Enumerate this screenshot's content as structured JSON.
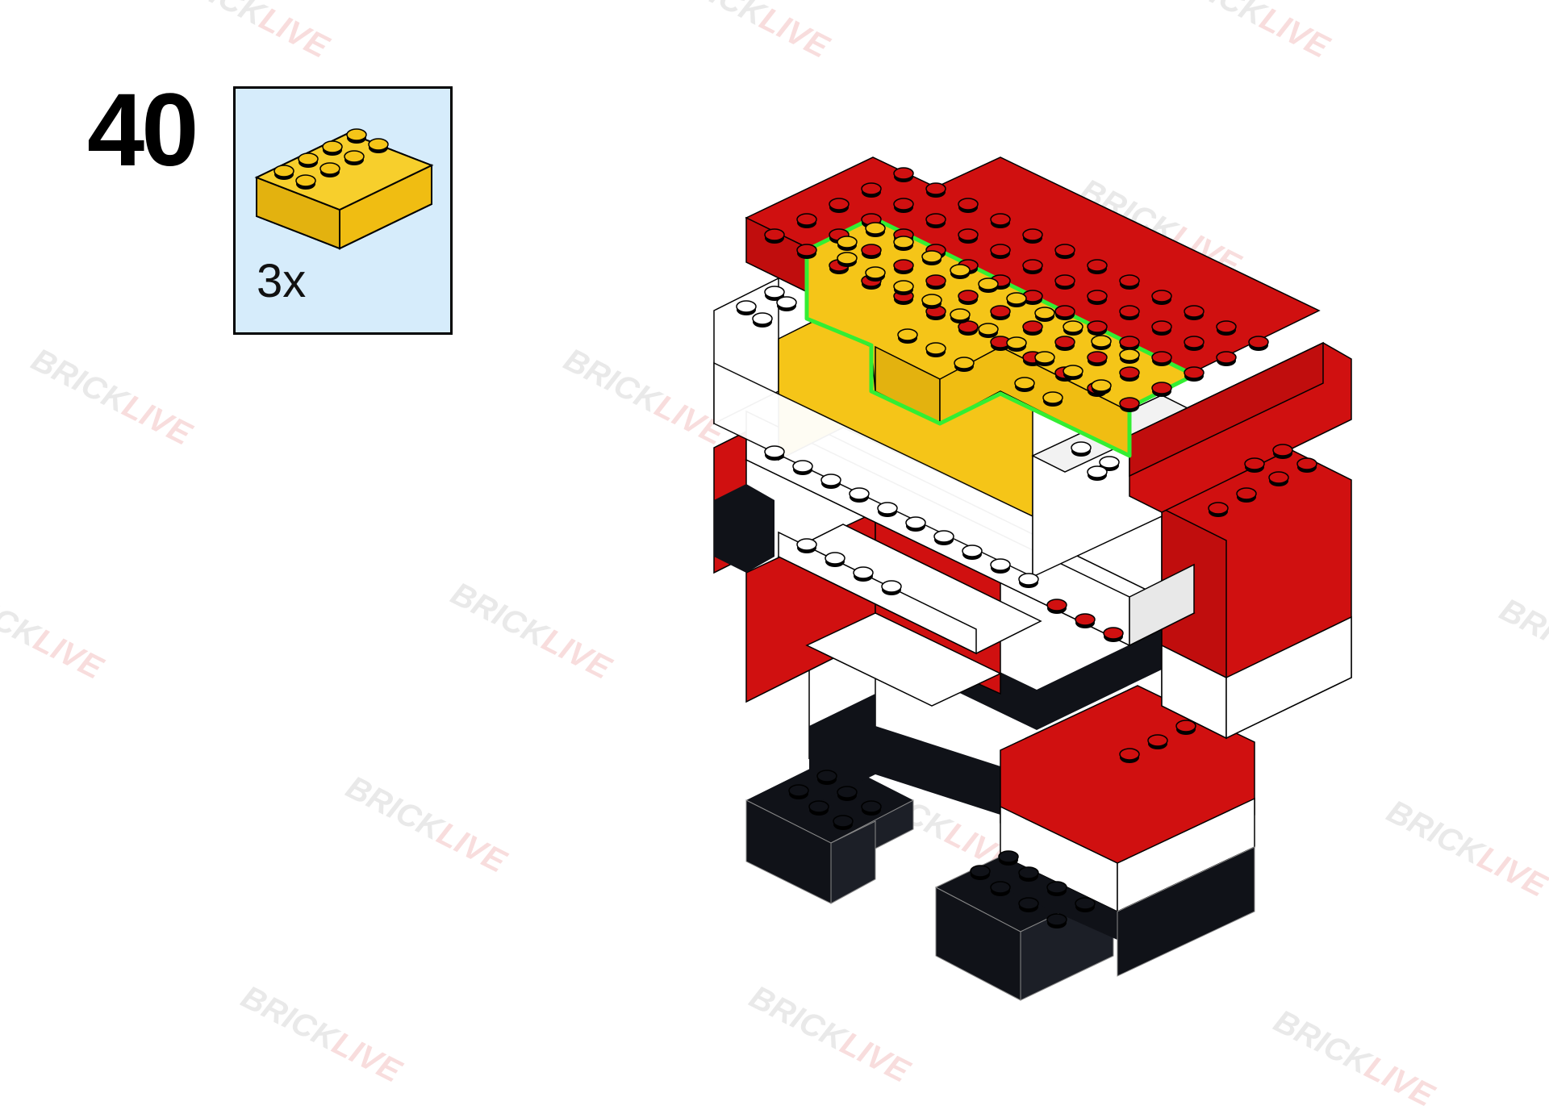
{
  "instructions": {
    "step_number": "40",
    "parts": [
      {
        "quantity": "3x",
        "part_icon": "yellow-2x4-brick",
        "color": "#f5c518"
      }
    ]
  },
  "watermark": {
    "brand_part1": "BRICK",
    "brand_part2": "LIVE"
  },
  "colors": {
    "red": "#d01010",
    "white": "#ffffff",
    "yellow": "#f5c518",
    "black": "#101218",
    "highlight": "#33ee33",
    "callout_bg": "#d6ecfb"
  }
}
